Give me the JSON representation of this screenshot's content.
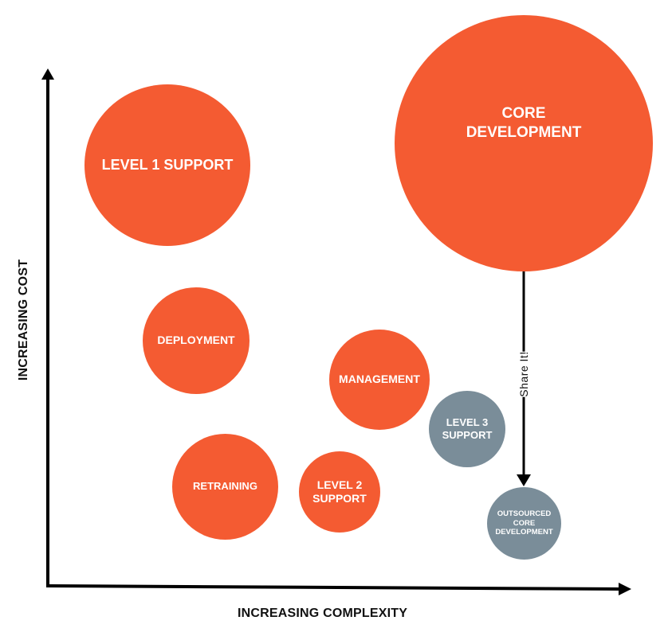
{
  "colors": {
    "in_house": "#F45B32",
    "outsourced": "#7A8D99",
    "axis": "#000000"
  },
  "axes": {
    "y_label": "INCREASING COST",
    "x_label": "INCREASING COMPLEXITY"
  },
  "bubbles": {
    "level1_support": "LEVEL 1 SUPPORT",
    "core_development": "CORE\nDEVELOPMENT",
    "deployment": "DEPLOYMENT",
    "management": "MANAGEMENT",
    "level3_support": "LEVEL 3\nSUPPORT",
    "retraining": "RETRAINING",
    "level2_support": "LEVEL 2\nSUPPORT",
    "outsourced_core_development": "OUTSOURCED\nCORE\nDEVELOPMENT"
  },
  "connector": {
    "label": "Share It!"
  }
}
